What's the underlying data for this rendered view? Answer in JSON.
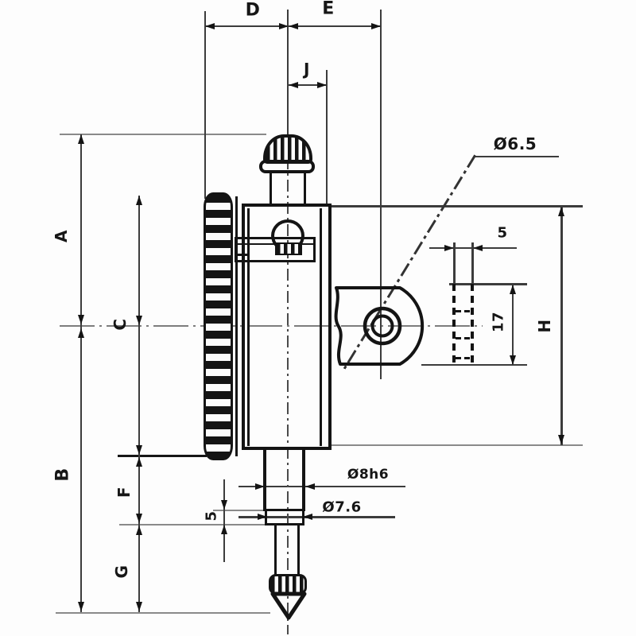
{
  "labels": {
    "d": "D",
    "e": "E",
    "j": "J",
    "a": "A",
    "c": "C",
    "b": "B",
    "f": "F",
    "g": "G",
    "h": "H",
    "hole_dia": "Ø6.5",
    "slot_width": "5",
    "slot_depth": "17",
    "stem_dia": "Ø8h6",
    "tip_dia": "Ø7.6",
    "step_height": "5"
  }
}
